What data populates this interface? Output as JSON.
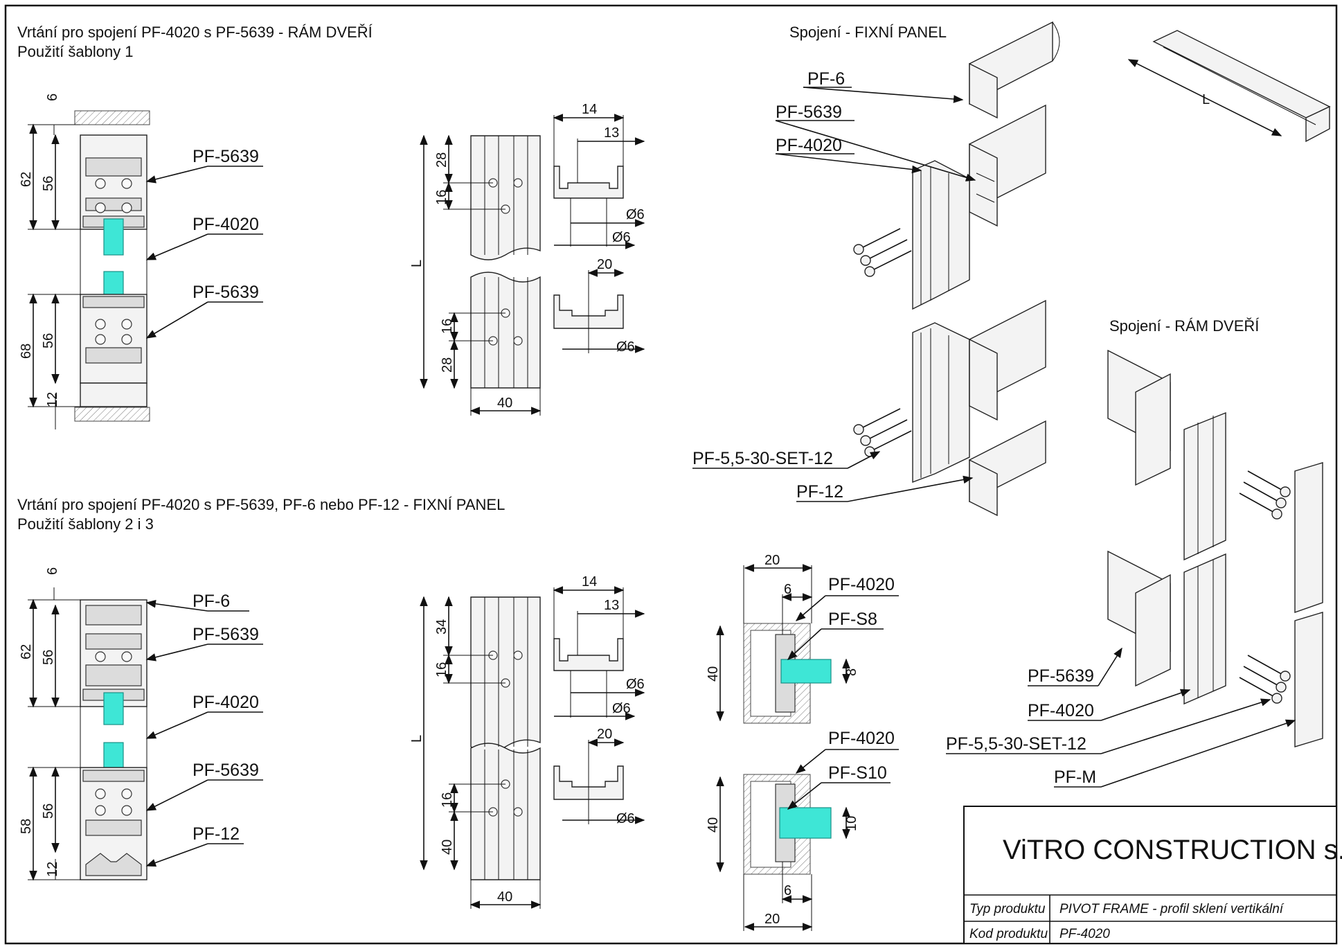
{
  "sections": {
    "door_frame_title": "Vrtání pro spojení PF-4020 s PF-5639 - RÁM DVEŘÍ",
    "door_frame_subtitle": "Použití šablony 1",
    "fixed_panel_title": "Vrtání pro spojení PF-4020 s PF-5639, PF-6 nebo PF-12 - FIXNÍ PANEL",
    "fixed_panel_subtitle": "Použití šablony 2 i 3",
    "conn_fixed_panel": "Spojení - FIXNÍ PANEL",
    "conn_door_frame": "Spojení - RÁM DVEŘÍ"
  },
  "labels": {
    "pf5639": "PF-5639",
    "pf4020": "PF-4020",
    "pf6": "PF-6",
    "pf12": "PF-12",
    "pfs8": "PF-S8",
    "pfs10": "PF-S10",
    "set12": "PF-5,5-30-SET-12",
    "pfm": "PF-M",
    "length_L": "L"
  },
  "dims": {
    "d6": "6",
    "d62": "62",
    "d56": "56",
    "d68": "68",
    "d12": "12",
    "d58": "58",
    "d28": "28",
    "d16": "16",
    "d34": "34",
    "d40": "40",
    "d14": "14",
    "d13": "13",
    "d20": "20",
    "d8": "8",
    "d10": "10",
    "phi6": "Ø6"
  },
  "title_block": {
    "company": "ViTRO CONSTRUCTION s.r.o.",
    "type_label": "Typ produktu",
    "type_value": "PIVOT FRAME - profil sklení vertikální",
    "code_label": "Kod produktu",
    "code_value": "PF-4020"
  },
  "colors": {
    "glass": "#3ee6d6",
    "line": "#111111"
  }
}
